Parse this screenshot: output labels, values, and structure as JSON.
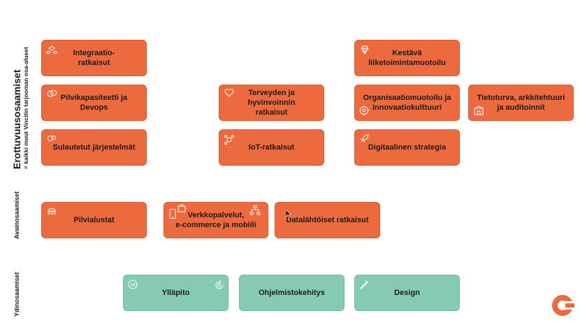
{
  "sections": {
    "differentiating": {
      "title": "Erottuvuusosaamiset",
      "subtitle": "= kaikki muut Vincitin tarjooman osa-alueet"
    },
    "key": {
      "title": "Avainosaamiset"
    },
    "core": {
      "title": "Ydinosaamiset"
    }
  },
  "cards": {
    "integration": "Integraatio-\nratkaisut",
    "sustainable": "Kestävä\nliiketoimintamuotoilu",
    "cloud_devops": "Pilvikapasiteetti ja\nDevops",
    "health": "Terveyden ja hyvinvoinnin\nratkaisut",
    "organisation": "Organisaatiomuotoilu ja\ninnovaatiokulttuuri",
    "security": "Tietoturva, arkkitehtuuri\nja auditoinnit",
    "embedded": "Sulautetut järjestelmät",
    "iot": "IoT-ratkaisut",
    "digital_strategy": "Digitaalinen strategia",
    "cloud_platforms": "Pilvialustat",
    "web_services": "Verkkopalvelut,\ne-commerce ja mobiili",
    "data_driven": "Datalähtöiset ratkaisut",
    "maintenance": "Ylläpito",
    "software_dev": "Ohjelmistokehitys",
    "design": "Design"
  },
  "colors": {
    "orange": "#ec6a3e",
    "green": "#84cbb1",
    "logo": "#ec6a3e"
  }
}
